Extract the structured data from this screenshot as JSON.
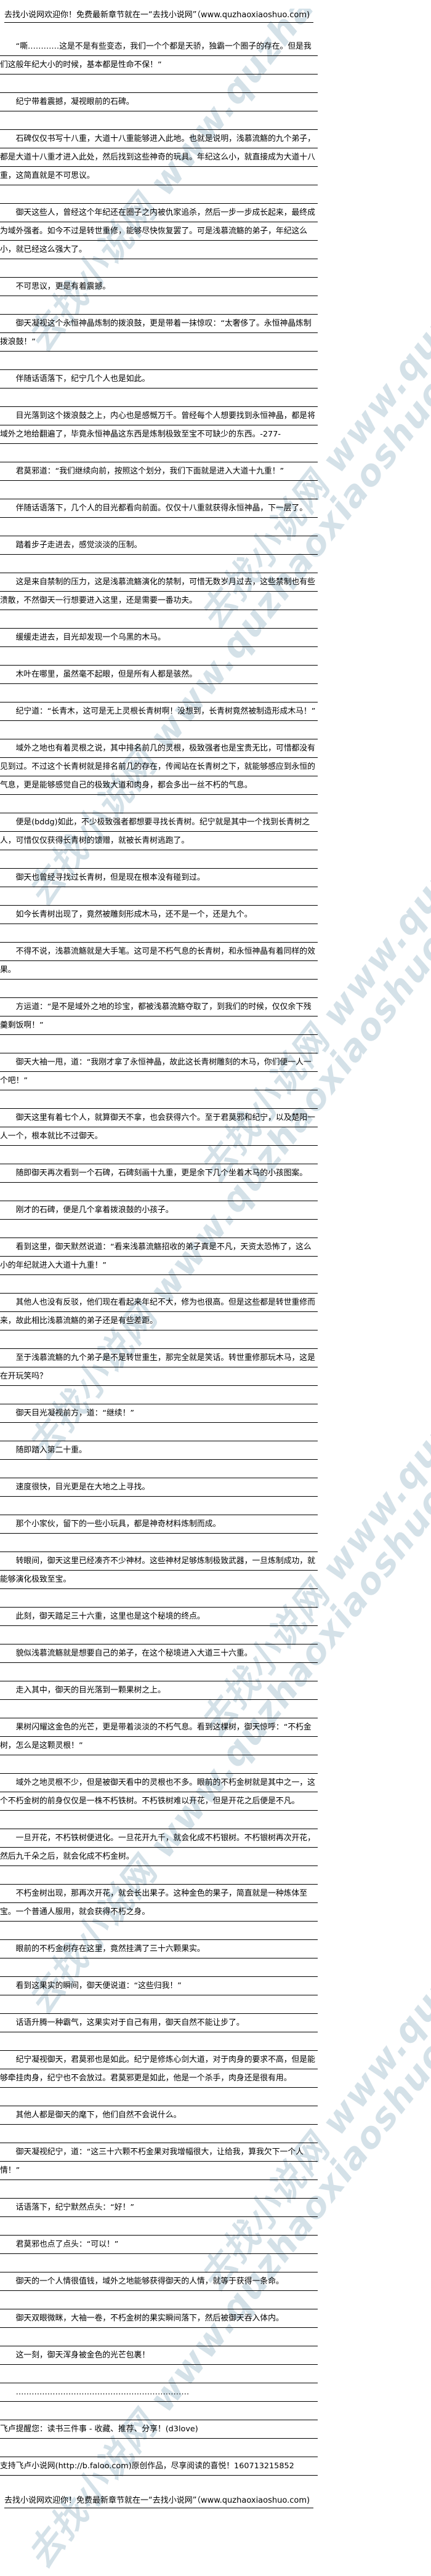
{
  "header": {
    "banner": "去找小说网欢迎你！免费最新章节就在一“去找小说网”（www.quzhaoxiaoshuo.com)"
  },
  "watermark": "去找小说网 www.quzhaoxiaoshuo.com",
  "paragraphs": [
    "“嘶…………这是不是有些变态，我们一个个都是天骄，独霸一个圈子的存在。但是我们这般年纪大小的时候，基本都是性命不保！”",
    "纪宁带着震撼，凝视眼前的石碑。",
    "石碑仅仅书写十八重，大道十八重能够进入此地。也就是说明，浅慕流觞的九个弟子，都是大道十八重才进入此处，然后找到这些神奇的玩具。年纪这么小，就直接成为大道十八重，这简直就是不可思议。",
    "御天这些人，曾经这个年纪还在圈子之内被仇家追杀，然后一步一步成长起来，最终成为域外强者。如今不过是转世重修，能够尽快恢复罢了。可是浅慕流觞的弟子，年纪这么小，就已经这么强大了。",
    "不可思议，更是有着震撼。",
    "御天凝视这个永恒神晶炼制的拨浪鼓，更是带着一抹惊叹：“太奢侈了。永恒神晶炼制拨浪鼓！”",
    "伴随话语落下，纪宁几个人也是如此。",
    "目光落到这个拨浪鼓之上，内心也是感慨万千。曾经每个人想要找到永恒神晶，都是将域外之地给翻遍了，毕竟永恒神晶这东西是炼制极致至宝不可缺少的东西。-277-",
    "君莫邪道：“我们继续向前，按照这个划分，我们下面就是进入大道十九重！”",
    "伴随话语落下，几个人的目光都看向前面。仅仅十八重就获得永恒神晶，下一层了。",
    "踏着步子走进去，感觉淡淡的压制。",
    "这是来自禁制的压力，这是浅慕流觞演化的禁制，可惜无数岁月过去，这些禁制也有些溃散，不然御天一行想要进入这里，还是需要一番功夫。",
    "缓缓走进去，目光却发现一个乌黑的木马。",
    "木叶在哪里，虽然毫不起眼，但是所有人都是骇然。",
    "纪宁道：“长青木，这可是无上灵根长青树啊！没想到，长青树竟然被制造形成木马！”",
    "域外之地也有着灵根之说，其中排名前几的灵根，极致强者也是宝贵无比，可惜都没有见到过。不过这个长青树就是排名前几的存在，传闻站在长青树之下，就能够感应到永恒的气息，更是能够感觉自己的极致大道和肉身，都会多出一丝不朽的气息。",
    "便是(bddg)如此，不少极致强者都想要寻找长青树。纪宁就是其中一个找到长青树之人，可惜仅仅获得长青树的馈赠，就被长青树逃跑了。",
    "御天也曾经寻找过长青树，但是现在根本没有碰到过。",
    "如今长青树出现了，竟然被雕刻形成木马，还不是一个，还是九个。",
    "不得不说，浅慕流觞就是大手笔。这可是不朽气息的长青树，和永恒神晶有着同样的效果。",
    "方运道：“是不是域外之地的珍宝，都被浅慕流觞夺取了，到我们的时候，仅仅余下残羹剩饭啊！”",
    "御天大袖一甩，道：“我刚才拿了永恒神晶，故此这长青树雕刻的木马，你们便一人一个吧！”",
    "御天这里有着七个人，就算御天不拿，也会获得六个。至于君莫邪和纪宁，以及楚阳一人一个，根本就比不过御天。",
    "随即御天再次看到一个石碑，石碑刻画十九重，更是余下几个坐着木马的小孩图案。",
    "刚才的石碑，便是几个拿着拨浪鼓的小孩子。",
    "看到这里，御天默然说道：“看来浅慕流觞招收的弟子真是不凡，天资太恐怖了，这么小的年纪就进入大道十九重！”",
    "其他人也没有反驳，他们现在看起来年纪不大，修为也很高。但是这些都是转世重修而来，故此相比浅慕流觞的弟子还是有些差距。",
    "至于浅慕流觞的九个弟子是不是转世重生，那完全就是笑话。转世重修那玩木马，这是在开玩笑吗？",
    "御天目光凝视前方，道：“继续！”",
    "随即踏入第二十重。",
    "速度很快，目光更是在大地之上寻找。",
    "那个小家伙，留下的一些小玩具，都是神奇材料炼制而成。",
    "转眼间，御天这里已经凑齐不少神材。这些神材足够炼制极致武器，一旦炼制成功，就能够演化极致至宝。",
    "此刻，御天踏足三十六重，这里也是这个秘境的终点。",
    "貌似浅慕流觞就是想要自己的弟子，在这个秘境进入大道三十六重。",
    "走入其中，御天的目光落到一颗果树之上。",
    "果树闪耀这金色的光芒，更是带着淡淡的不朽气息。看到这棵树，御天惊呼：“不朽金树，怎么是这颗灵根！”",
    "域外之地灵根不少，但是被御天看中的灵根也不多。眼前的不朽金树就是其中之一，这个不朽金树的前身仅仅是一株不朽铁树。不朽铁树难以开花，但是开花之后便是不凡。",
    "一旦开花，不朽铁树便进化。一旦花开九千，就会化成不朽银树。不朽银树再次开花，然后九千朵之后，就会化成不朽金树。",
    "不朽金树出现，那再次开花，就会长出果子。这种金色的果子，简直就是一种炼体至宝。一个普通人服用，就会获得不朽之身。",
    "眼前的不朽金树存在这里，竟然挂满了三十六颗果实。",
    "看到这果实的瞬间，御天便说道：“这些归我！”",
    "话语升腾一种霸气，这果实对于自己有用，御天自然不能让步了。",
    "纪宁凝视御天，君莫邪也是如此。纪宁是修炼心剑大道，对于肉身的要求不高，但是能够牵挂肉身，纪宁也不会放过。君莫邪更是如此，他是一个杀手，肉身还是很有用。",
    "其他人都是御天的麾下，他们自然不会说什么。",
    "御天凝视纪宁，道：“这三十六颗不朽金果对我增幅很大，让给我，算我欠下一个人情！”",
    "话语落下，纪宁默然点头：“好！”",
    "君莫邪也点了点头：“可以！”",
    "御天的一个人情很值钱，域外之地能够获得御天的人情，就等于获得一条命。",
    "御天双眼微眯，大袖一卷，不朽金树的果实瞬间落下，然后被御天吞入体内。",
    "这一刻，御天浑身被金色的光芒包裹！",
    "…………………………………………………………"
  ],
  "footer": {
    "reminder": "飞卢提醒您：读书三件事 - 收藏、推荐、分享！(d3love)",
    "support": "支持飞卢小说网(http://b.faloo.com)原创作品，尽享阅读的喜悦！160713215852",
    "banner": "去找小说网欢迎你！免费最新章节就在一“去找小说网”（www.quzhaoxiaoshuo.com)"
  }
}
